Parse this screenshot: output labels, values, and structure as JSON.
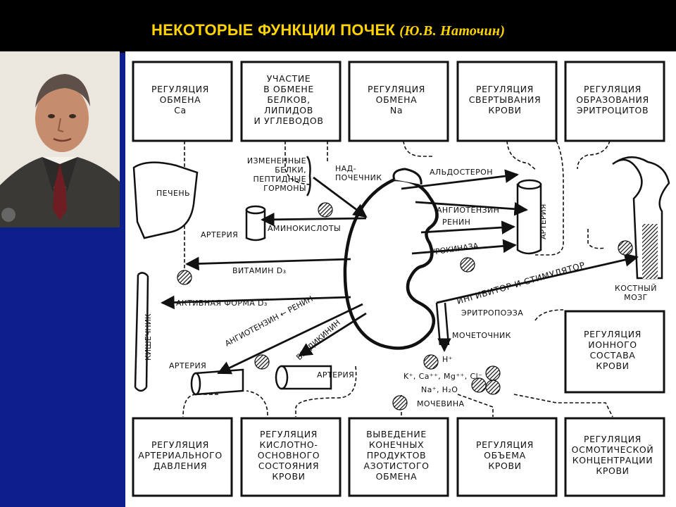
{
  "title": {
    "main": "НЕКОТОРЫЕ ФУНКЦИИ ПОЧЕК",
    "author": "(Ю.В. Наточин)"
  },
  "top_boxes": [
    "РЕГУЛЯЦИЯ\nОБМЕНА\nCa",
    "УЧАСТИЕ\nВ ОБМЕНЕ\nБЕЛКОВ,\nЛИПИДОВ\nИ УГЛЕВОДОВ",
    "РЕГУЛЯЦИЯ\nОБМЕНА\nNa",
    "РЕГУЛЯЦИЯ\nСВЕРТЫВАНИЯ\nКРОВИ",
    "РЕГУЛЯЦИЯ\nОБРАЗОВАНИЯ\nЭРИТРОЦИТОВ"
  ],
  "right_box": "РЕГУЛЯЦИЯ\nИОННОГО\nСОСТАВА\nКРОВИ",
  "bottom_boxes": [
    "РЕГУЛЯЦИЯ\nАРТЕРИАЛЬНОГО\nДАВЛЕНИЯ",
    "РЕГУЛЯЦИЯ\nКИСЛОТНО-\nОСНОВНОГО\nСОСТОЯНИЯ\nКРОВИ",
    "ВЫВЕДЕНИЕ\nКОНЕЧНЫХ\nПРОДУКТОВ\nАЗОТИСТОГО\nОБМЕНА",
    "РЕГУЛЯЦИЯ\nОБЪЕМА\nКРОВИ",
    "РЕГУЛЯЦИЯ\nОСМОТИЧЕСКОЙ\nКОНЦЕНТРАЦИИ\nКРОВИ"
  ],
  "labels": {
    "changed_proteins": "ИЗМЕНЕННЫЕ\nБЕЛКИ,\nПЕПТИДНЫЕ\nГОРМОНЫ",
    "adrenal": "НАД-\nПОЧЕЧНИК",
    "liver": "ПЕЧЕНЬ",
    "artery_left": "АРТЕРИЯ",
    "amino_acids": "АМИНОКИСЛОТЫ",
    "aldosterone": "АЛЬДОСТЕРОН",
    "angiotensin_top": "АНГИОТЕНЗИН",
    "renin_top": "РЕНИН",
    "artery_right": "АРТЕРИЯ",
    "urokinase": "УРОКИНАЗА",
    "vitamin_d3": "ВИТАМИН D₃",
    "inhibitor": "ИНГИБИТОР И СТИМУЛЯТОР",
    "erythropoiesis": "ЭРИТРОПОЭЗА",
    "bone_marrow": "КОСТНЫЙ\nМОЗГ",
    "active_form": "АКТИВНАЯ ФОРМА D₃",
    "intestine": "КИШЕЧНИК",
    "angiotensin_low": "АНГИОТЕНЗИН ← РЕНИН",
    "bradykinin": "БРАДИКИНИН",
    "artery_bl": "АРТЕРИЯ",
    "artery_bm": "АРТЕРИЯ",
    "ureter": "МОЧЕТОЧНИК",
    "h_plus": "H⁺",
    "ions": "K⁺, Ca⁺⁺, Mg⁺⁺, Cl⁻",
    "na_h2o": "Na⁺, H₂O",
    "urea": "МОЧЕВИНА"
  }
}
